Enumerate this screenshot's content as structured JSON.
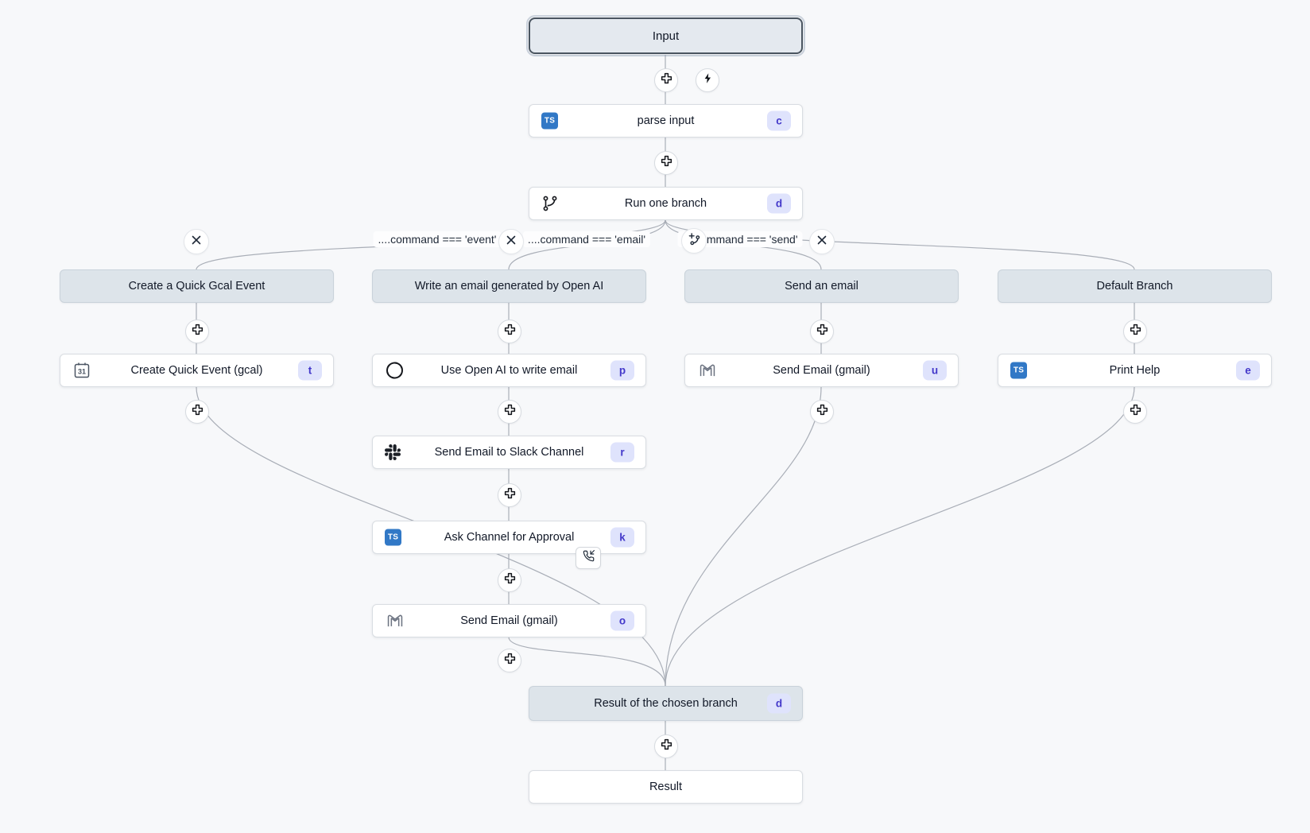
{
  "app": {
    "name": "flow-editor-canvas"
  },
  "colors": {
    "canvas_bg": "#f7f8fa",
    "edge": "#a9aeb7",
    "node_bg": "#ffffff",
    "header_bg": "#dde4ea",
    "selected_border": "#4a5560",
    "badge_bg": "#dfe3fc",
    "badge_text": "#4338ca",
    "typescript_blue": "#3178c6"
  },
  "nodes": {
    "input": {
      "label": "Input"
    },
    "parse_input": {
      "label": "parse input",
      "badge": "c",
      "icon": "typescript-icon"
    },
    "run_one_branch": {
      "label": "Run one branch",
      "badge": "d",
      "icon": "git-branch-icon"
    },
    "result_chosen": {
      "label": "Result of the chosen branch",
      "badge": "d"
    },
    "result": {
      "label": "Result"
    }
  },
  "branches": [
    {
      "header": "Create a Quick Gcal Event",
      "condition": "....command === 'event'",
      "steps": [
        {
          "label": "Create Quick Event (gcal)",
          "badge": "t",
          "icon": "calendar-icon"
        }
      ]
    },
    {
      "header": "Write an email generated by Open AI",
      "condition": "....command === 'email'",
      "steps": [
        {
          "label": "Use Open AI to write email",
          "badge": "p",
          "icon": "openai-icon"
        },
        {
          "label": "Send Email to Slack Channel",
          "badge": "r",
          "icon": "slack-icon"
        },
        {
          "label": "Ask Channel for Approval",
          "badge": "k",
          "icon": "typescript-icon",
          "indicator": "phone-incoming-icon"
        },
        {
          "label": "Send Email (gmail)",
          "badge": "o",
          "icon": "gmail-icon"
        }
      ]
    },
    {
      "header": "Send an email",
      "condition": "....command === 'send'",
      "steps": [
        {
          "label": "Send Email (gmail)",
          "badge": "u",
          "icon": "gmail-icon"
        }
      ]
    },
    {
      "header": "Default Branch",
      "condition": "",
      "steps": [
        {
          "label": "Print Help",
          "badge": "e",
          "icon": "typescript-icon"
        }
      ]
    }
  ]
}
